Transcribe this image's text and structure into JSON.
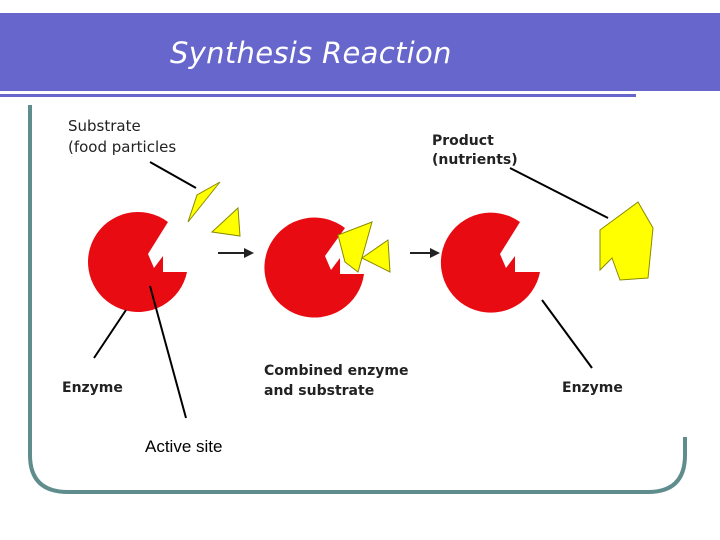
{
  "title": "Synthesis Reaction",
  "labels": {
    "substrate": "Substrate",
    "food_particles": "(food particles",
    "product": "Product",
    "nutrients": "(nutrients)",
    "enzyme_left": "Enzyme",
    "combined_line1": "Combined enzyme",
    "combined_line2": "and substrate",
    "enzyme_right": "Enzyme",
    "active_site": "Active site"
  },
  "colors": {
    "title_bar": "#6666cc",
    "frame_border": "#5f8c8c",
    "enzyme": "#e80c12",
    "substrate": "#ffff00"
  }
}
